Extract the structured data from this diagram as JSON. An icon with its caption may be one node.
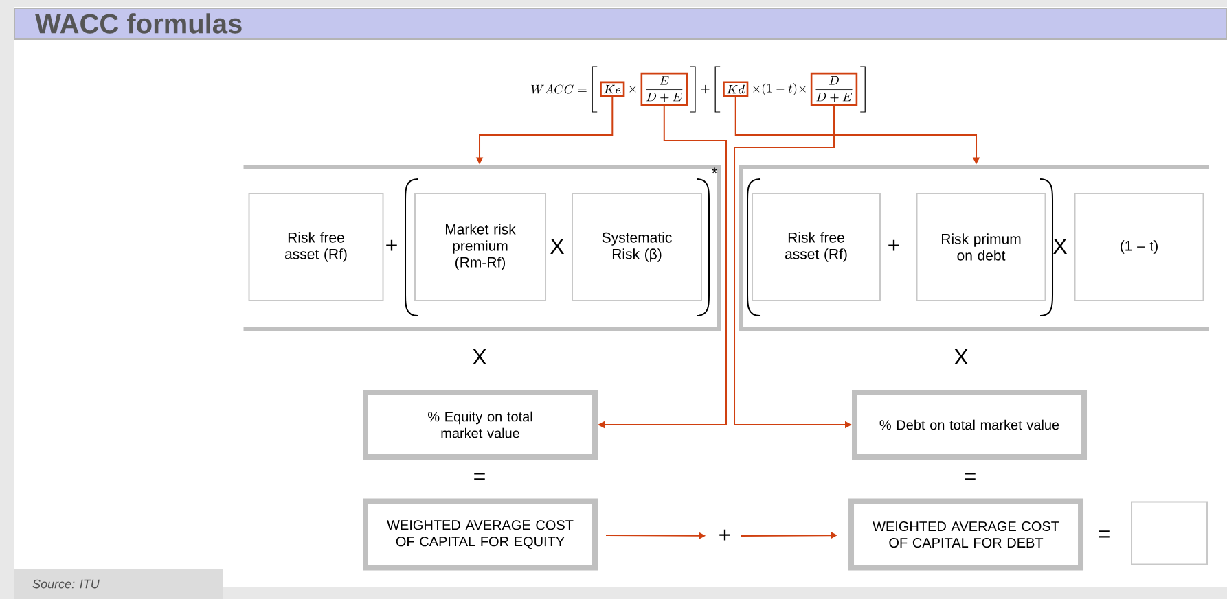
{
  "diagram": {
    "title": "WACC formulas",
    "caption": "Source: ITU",
    "nodes": [
      {
        "text": [
          "Ke"
        ]
      },
      {
        "text": [
          "\\frac{E}{D+E}"
        ]
      },
      {
        "text": [
          "Kd"
        ]
      },
      {
        "text": [
          "\\frac{D}{D+E}"
        ]
      },
      {
        "text": [],
        "shape": "box"
      },
      {
        "text": [
          "Risk free asset (Rf)"
        ],
        "in": 4
      },
      {
        "text": [
          "Market risk premium (Rm-Rf)"
        ],
        "in": 4
      },
      {
        "text": [
          "Systematic Risk (β)"
        ],
        "in": 4
      },
      {
        "text": [],
        "shape": "box"
      },
      {
        "text": [
          "Risk free asset (Rf)"
        ],
        "in": 8
      },
      {
        "text": [
          "Risk primum on debt"
        ],
        "in": 8
      },
      {
        "text": [
          "(1 – t)"
        ],
        "in": 8
      },
      {
        "text": [
          "% Equity on total market value"
        ]
      },
      {
        "text": [
          "% Debt on total market value"
        ]
      },
      {
        "text": [
          "WEIGHTED AVERAGE COST OF CAPITAL FOR EQUITY"
        ]
      },
      {
        "text": [
          "WEIGHTED AVERAGE COST OF CAPITAL FOR DEBT"
        ]
      },
      {
        "text": [],
        "shape": "box"
      },
      {
        "text": [
          "+"
        ]
      }
    ],
    "edges": [
      {
        "from": 0,
        "to": 4,
        "arrow": "to"
      },
      {
        "from": 1,
        "to": 12,
        "arrow": "to"
      },
      {
        "from": 2,
        "to": 8,
        "arrow": "to"
      },
      {
        "from": 3,
        "to": 13,
        "arrow": "to"
      },
      {
        "from": 14,
        "to": 17,
        "arrow": "to"
      },
      {
        "from": 17,
        "to": 15,
        "arrow": "to"
      }
    ],
    "labels": [
      "WACC=",
      "\\times",
      "+",
      "\\times(1-t)\\times",
      "+",
      "X",
      "*",
      "+",
      "X",
      "X",
      "X",
      "=",
      "=",
      "="
    ]
  }
}
